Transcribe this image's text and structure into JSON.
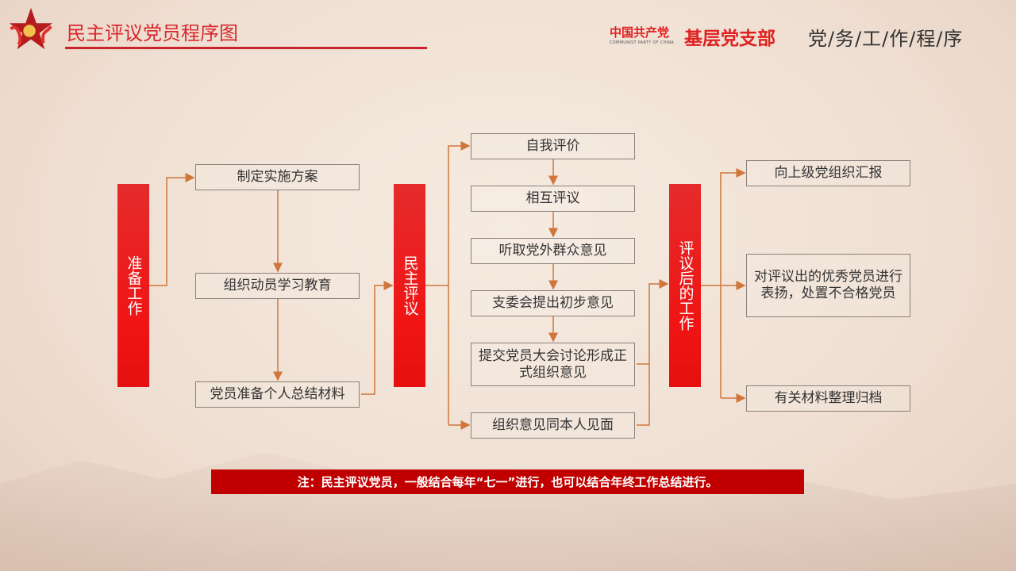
{
  "header": {
    "title": "民主评议党员程序图",
    "brand_cn": "中国共产党",
    "brand_en": "COMMUNIST PARTY OF CHINA",
    "brand_main": "基层党支部",
    "subtitle": "党/务/工/作/程/序"
  },
  "stages": [
    {
      "label": "准备工作",
      "steps": [
        "制定实施方案",
        "组织动员学习教育",
        "党员准备个人总结材料"
      ]
    },
    {
      "label": "民主评议",
      "steps": [
        "自我评价",
        "相互评议",
        "听取党外群众意见",
        "支委会提出初步意见",
        "提交党员大会讨论形成正式组织意见",
        "组织意见同本人见面"
      ]
    },
    {
      "label": "评议后的工作",
      "steps": [
        "向上级党组织汇报",
        "对评议出的优秀党员进行表扬，处置不合格党员",
        "有关材料整理归档"
      ]
    }
  ],
  "note": "注：民主评议党员，一般结合每年“七一”进行，也可以结合年终工作总结进行。",
  "colors": {
    "accent": "#e52b2b",
    "line": "#d0763a",
    "note_bg": "#c00000"
  }
}
